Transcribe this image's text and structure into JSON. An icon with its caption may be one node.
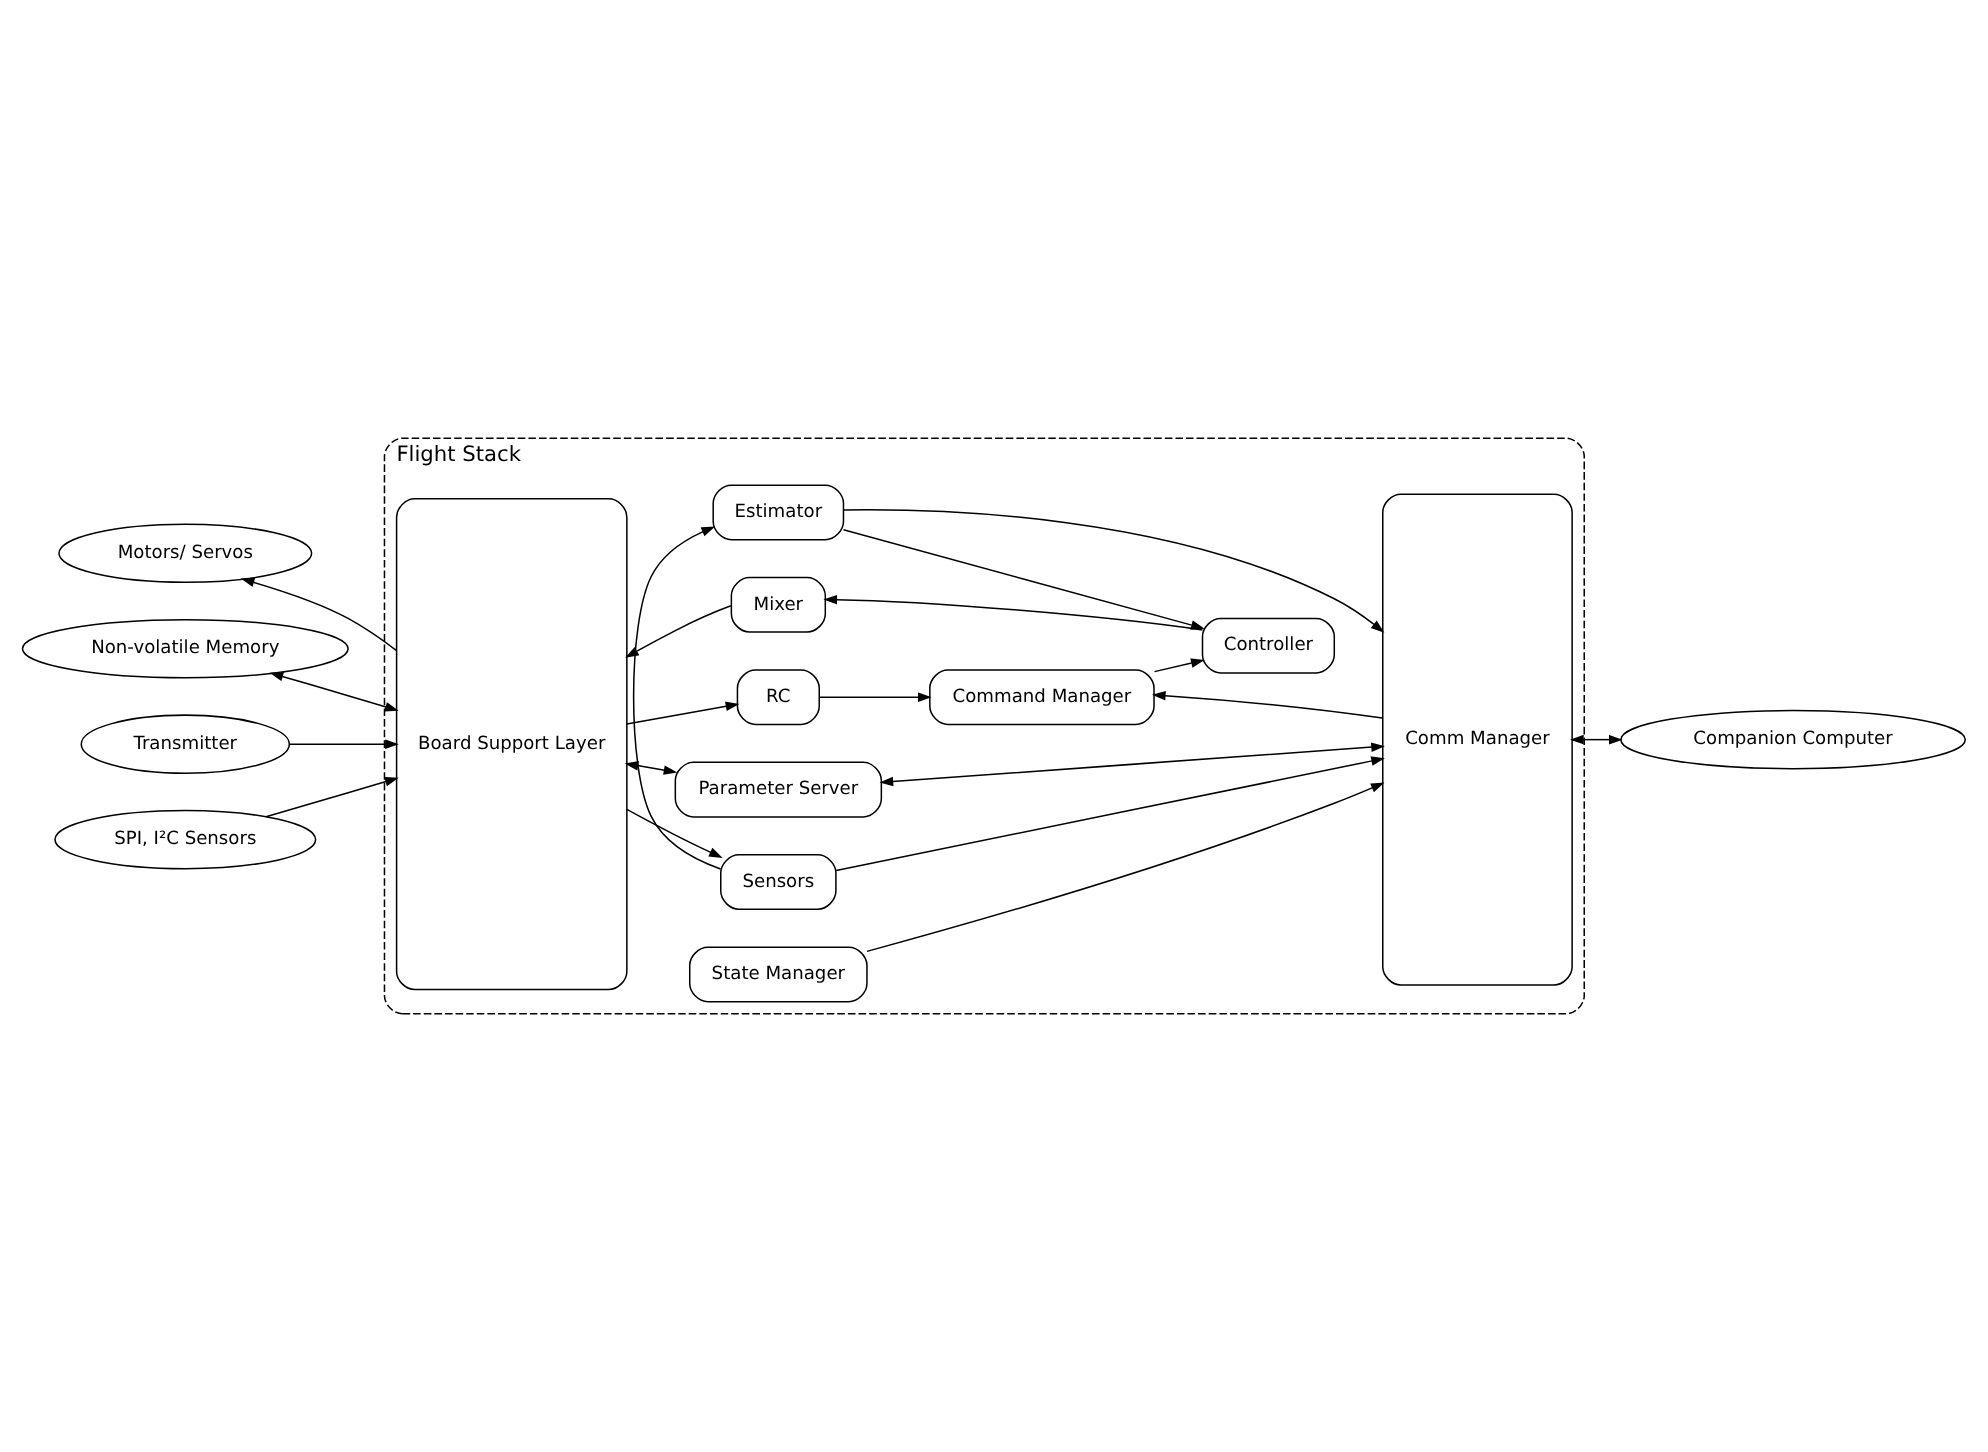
{
  "diagram": {
    "nodes": [
      {
        "text": [
          "Flight Stack"
        ]
      },
      {
        "text": [
          "Non-volatile Memory"
        ]
      },
      {
        "text": [
          "Transmitter"
        ]
      },
      {
        "text": [
          "Motors/ Servos"
        ]
      },
      {
        "text": [
          "SPI, I²C Sensors"
        ]
      },
      {
        "text": [
          "Companion Computer"
        ]
      },
      {
        "text": [
          "Board Support Layer"
        ],
        "in": 0
      },
      {
        "text": [
          "Parameter Server"
        ],
        "in": 0
      },
      {
        "text": [
          "State Manager"
        ],
        "in": 0
      },
      {
        "text": [
          "RC"
        ],
        "in": 0
      },
      {
        "text": [
          "Command Manager"
        ],
        "in": 0
      },
      {
        "text": [
          "Mixer"
        ],
        "in": 0
      },
      {
        "text": [
          "Controller"
        ],
        "in": 0
      },
      {
        "text": [
          "Estimator"
        ],
        "in": 0
      },
      {
        "text": [
          "Sensors"
        ],
        "in": 0
      },
      {
        "text": [
          "Comm Manager"
        ],
        "in": 0
      }
    ],
    "edges": [
      {
        "from": 1,
        "to": 6,
        "arrow": "both"
      },
      {
        "from": 6,
        "to": 7,
        "arrow": "both"
      },
      {
        "from": 7,
        "to": 15,
        "arrow": "both"
      },
      {
        "from": 8,
        "to": 15,
        "arrow": "to"
      },
      {
        "from": 2,
        "to": 6,
        "arrow": "to"
      },
      {
        "from": 6,
        "to": 9,
        "arrow": "to"
      },
      {
        "from": 9,
        "to": 10,
        "arrow": "to"
      },
      {
        "from": 15,
        "to": 10,
        "arrow": "to"
      },
      {
        "from": 15,
        "to": 5,
        "arrow": "both"
      },
      {
        "from": 10,
        "to": 12,
        "arrow": "to"
      },
      {
        "from": 12,
        "to": 11,
        "arrow": "to"
      },
      {
        "from": 11,
        "to": 6,
        "arrow": "to"
      },
      {
        "from": 6,
        "to": 3,
        "arrow": "to"
      },
      {
        "from": 13,
        "to": 12,
        "arrow": "to"
      },
      {
        "from": 13,
        "to": 15,
        "arrow": "to"
      },
      {
        "from": 14,
        "to": 13,
        "arrow": "to"
      },
      {
        "from": 4,
        "to": 6,
        "arrow": "to"
      },
      {
        "from": 6,
        "to": 14,
        "arrow": "to"
      },
      {
        "from": 14,
        "to": 15,
        "arrow": "to"
      }
    ]
  }
}
